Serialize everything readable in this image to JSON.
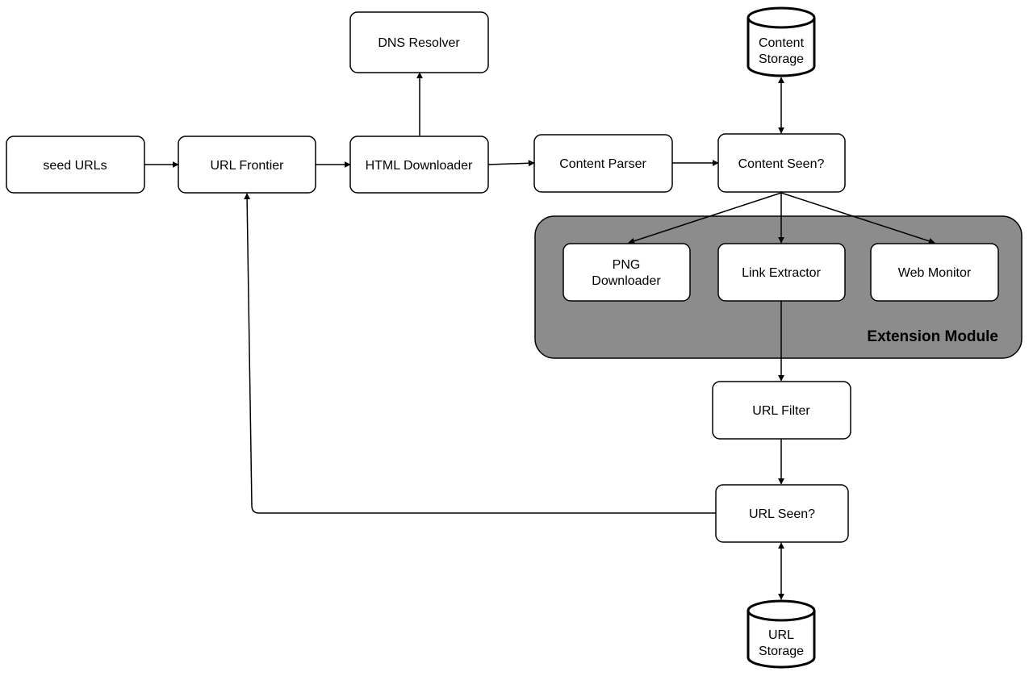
{
  "nodes": {
    "seed_urls": "seed URLs",
    "url_frontier": "URL Frontier",
    "html_downloader": "HTML Downloader",
    "dns_resolver": "DNS Resolver",
    "content_parser": "Content Parser",
    "content_seen": "Content Seen?",
    "png_downloader_line1": "PNG",
    "png_downloader_line2": "Downloader",
    "link_extractor": "Link Extractor",
    "web_monitor": "Web Monitor",
    "url_filter": "URL Filter",
    "url_seen": "URL Seen?"
  },
  "storage": {
    "content_line1": "Content",
    "content_line2": "Storage",
    "url_line1": "URL",
    "url_line2": "Storage"
  },
  "module": {
    "label": "Extension Module",
    "fill_color": "#8c8c8c"
  },
  "edges": [
    {
      "from": "seed URLs",
      "to": "URL Frontier"
    },
    {
      "from": "URL Frontier",
      "to": "HTML Downloader"
    },
    {
      "from": "HTML Downloader",
      "to": "DNS Resolver"
    },
    {
      "from": "HTML Downloader",
      "to": "Content Parser"
    },
    {
      "from": "Content Parser",
      "to": "Content Seen?"
    },
    {
      "from": "Content Seen?",
      "to": "Content Storage",
      "bidirectional": true
    },
    {
      "from": "Content Seen?",
      "to": "PNG Downloader"
    },
    {
      "from": "Content Seen?",
      "to": "Link Extractor"
    },
    {
      "from": "Content Seen?",
      "to": "Web Monitor"
    },
    {
      "from": "Link Extractor",
      "to": "URL Filter"
    },
    {
      "from": "URL Filter",
      "to": "URL Seen?"
    },
    {
      "from": "URL Seen?",
      "to": "URL Storage",
      "bidirectional": true
    },
    {
      "from": "URL Seen?",
      "to": "URL Frontier"
    }
  ]
}
